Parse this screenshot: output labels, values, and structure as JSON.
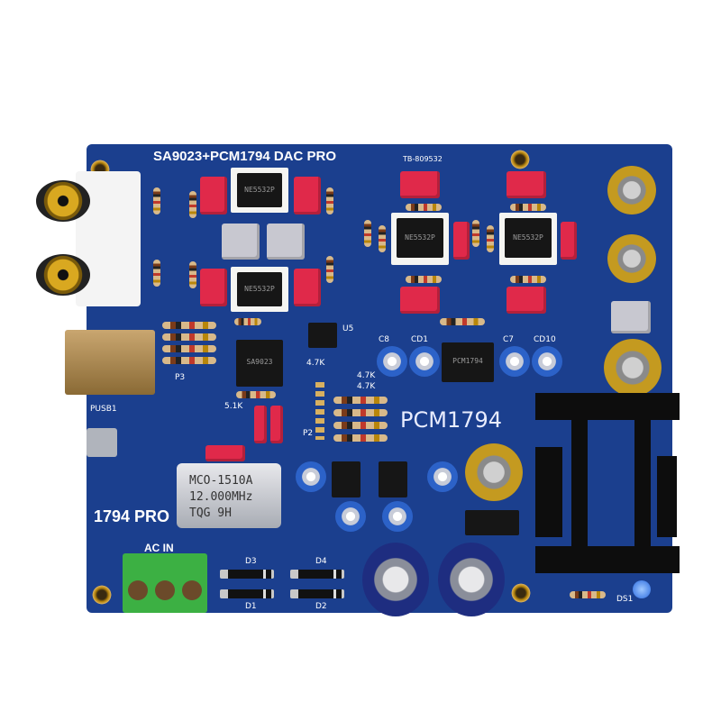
{
  "board": {
    "title": "SA9023+PCM1794 DAC PRO",
    "model": "1794 PRO",
    "chip_marking": "PCM1794",
    "serial": "TB-809532",
    "ac_in": "AC IN",
    "usb_label": "PUSB1",
    "oscillator": {
      "line1": "MCO-1510A",
      "line2": "12.000MHz",
      "line3": "TQG  9H"
    },
    "opamp_text": "NE5532P",
    "usb_chip_text": "SA9023",
    "dac_chip_text": "PCM1794",
    "labels": {
      "c8": "C8",
      "cd1": "CD1",
      "c7": "C7",
      "cd10": "CD10",
      "p3": "P3",
      "p2": "P2",
      "d3": "D3",
      "d4": "D4",
      "d1": "D1",
      "d2": "D2",
      "ds1": "DS1",
      "r51k": "5.1K",
      "r47k_a": "4.7K",
      "r47k_b": "4.7K",
      "r47k_c": "4.7K",
      "u5": "U5"
    }
  }
}
